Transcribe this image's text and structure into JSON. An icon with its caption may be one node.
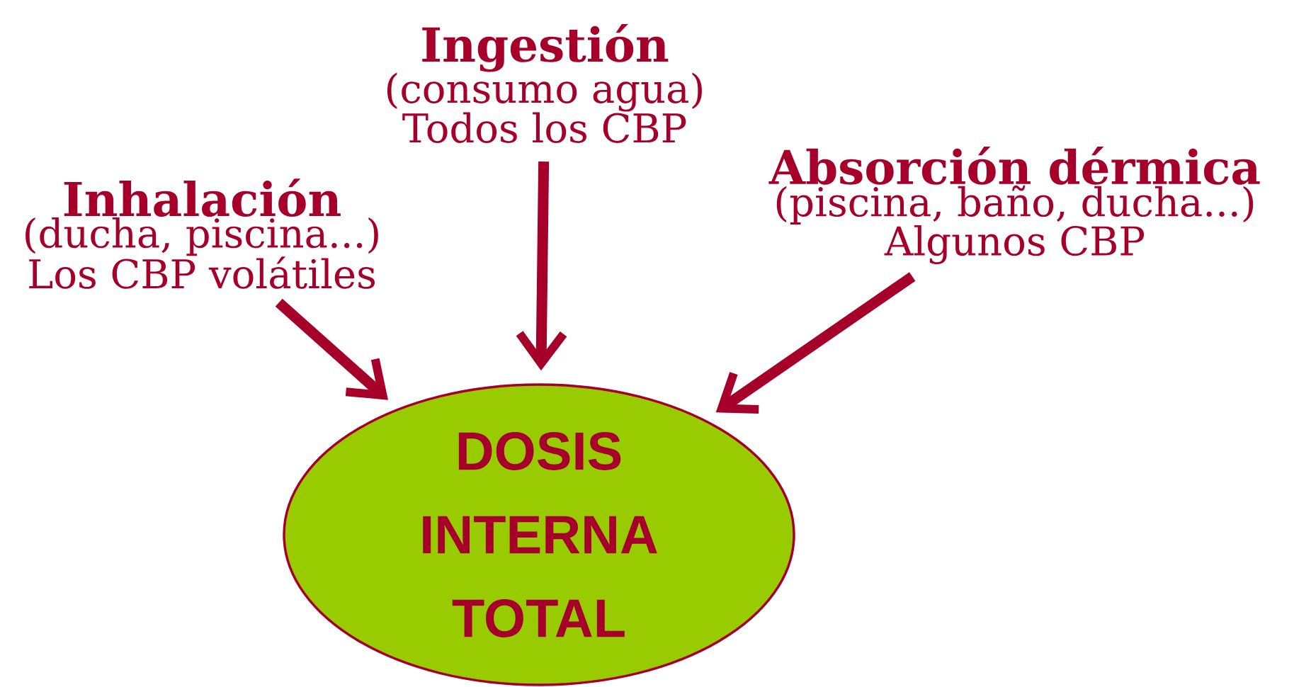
{
  "diagram": {
    "nodes": [
      {
        "text": [
          "Inhalación",
          "(ducha, piscina...)",
          "Los CBP volátiles"
        ]
      },
      {
        "text": [
          "Ingestión",
          "(consumo agua)",
          "Todos los CBP"
        ]
      },
      {
        "text": [
          "Absorción dérmica",
          "(piscina, baño, ducha...)",
          "Algunos CBP"
        ]
      },
      {
        "text": [
          "DOSIS INTERNA TOTAL"
        ]
      }
    ],
    "edges": [
      {
        "from": 0,
        "to": 3,
        "arrow": "to"
      },
      {
        "from": 1,
        "to": 3,
        "arrow": "to"
      },
      {
        "from": 2,
        "to": 3,
        "arrow": "to"
      }
    ]
  }
}
